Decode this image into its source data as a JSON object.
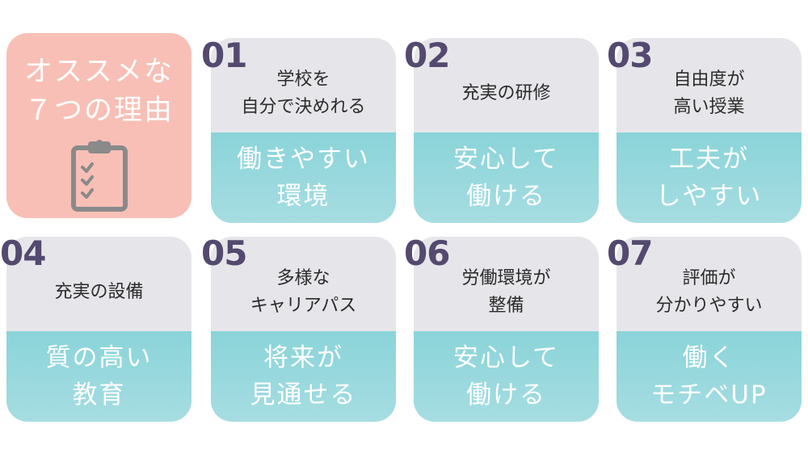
{
  "title": {
    "line1": "オススメな",
    "line2": "７つの理由",
    "icon": "clipboard-checklist-icon"
  },
  "colors": {
    "title_bg": "#f8bfb6",
    "card_top": "#e6e6ea",
    "card_bottom": "#8ad4d9",
    "number": "#54496e"
  },
  "reasons": [
    {
      "num": "01",
      "top1": "学校を",
      "top2": "自分で決めれる",
      "bottom1": "働きやすい",
      "bottom2": "環境"
    },
    {
      "num": "02",
      "top1": "充実の研修",
      "top2": "",
      "bottom1": "安心して",
      "bottom2": "働ける"
    },
    {
      "num": "03",
      "top1": "自由度が",
      "top2": "高い授業",
      "bottom1": "工夫が",
      "bottom2": "しやすい"
    },
    {
      "num": "04",
      "top1": "充実の設備",
      "top2": "",
      "bottom1": "質の高い",
      "bottom2": "教育"
    },
    {
      "num": "05",
      "top1": "多様な",
      "top2": "キャリアパス",
      "bottom1": "将来が",
      "bottom2": "見通せる"
    },
    {
      "num": "06",
      "top1": "労働環境が",
      "top2": "整備",
      "bottom1": "安心して",
      "bottom2": "働ける"
    },
    {
      "num": "07",
      "top1": "評価が",
      "top2": "分かりやすい",
      "bottom1": "働く",
      "bottom2": "モチベUP"
    }
  ]
}
